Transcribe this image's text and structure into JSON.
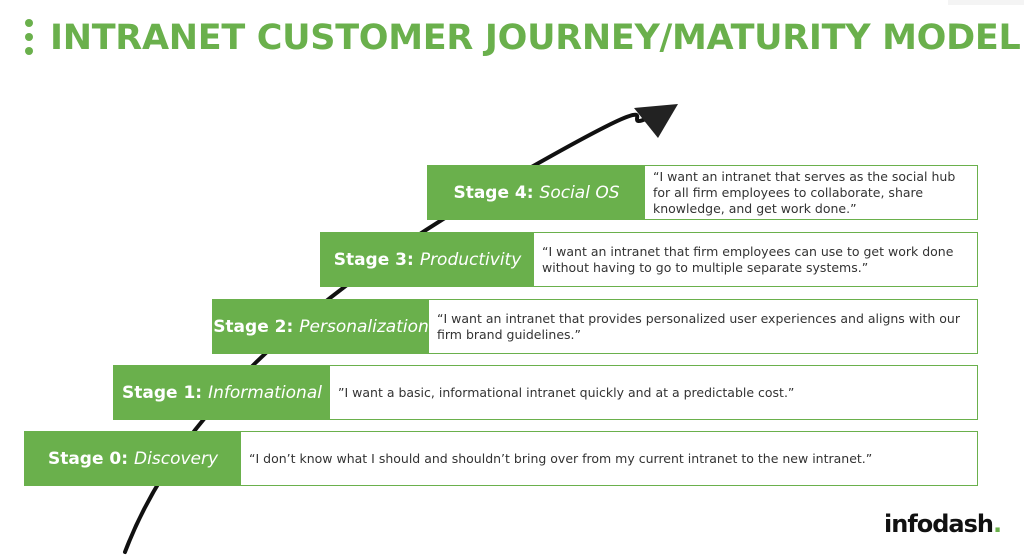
{
  "header": {
    "title": "INTRANET CUSTOMER JOURNEY/MATURITY MODEL"
  },
  "stages": [
    {
      "number": "Stage 0:",
      "name": "Discovery",
      "quote": "“I don’t know what I should and shouldn’t bring over from my current intranet to the new intranet.”"
    },
    {
      "number": "Stage 1:",
      "name": "Informational",
      "quote": "”I want a basic, informational intranet quickly and at a predictable cost.”"
    },
    {
      "number": "Stage 2:",
      "name": "Personalization",
      "quote": "“I want an intranet that provides personalized user experiences and aligns with our firm brand guidelines.”"
    },
    {
      "number": "Stage 3:",
      "name": "Productivity",
      "quote": "“I want an intranet that firm employees can use to get work done without having to go to multiple separate systems.”"
    },
    {
      "number": "Stage 4:",
      "name": "Social OS",
      "quote": "“I want an intranet that serves as the social hub for all firm employees to collaborate, share knowledge, and get work done.”"
    }
  ],
  "logo": {
    "text": "infodash",
    "dot": "."
  },
  "colors": {
    "accent": "#6ab04c",
    "text": "#333333",
    "arrow": "#111111"
  },
  "icons": {
    "menu": "vertical-dots-icon",
    "arrow": "journey-arrow-icon"
  }
}
